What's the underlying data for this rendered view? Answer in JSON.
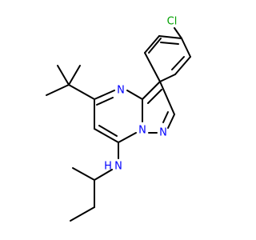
{
  "molecule": {
    "atoms": {
      "n4": {
        "symbol": "N",
        "color": "#0000ff"
      },
      "n7a": {
        "symbol": "N",
        "color": "#0000ff"
      },
      "n1": {
        "symbol": "N",
        "color": "#0000ff"
      },
      "nh": {
        "symbol": "N",
        "color": "#0000ff"
      },
      "nh_h": {
        "symbol": "H",
        "color": "#0000ff"
      },
      "cl": {
        "symbol": "Cl",
        "color": "#00a000"
      }
    },
    "bond_color": "#000000",
    "background": "#ffffff"
  }
}
